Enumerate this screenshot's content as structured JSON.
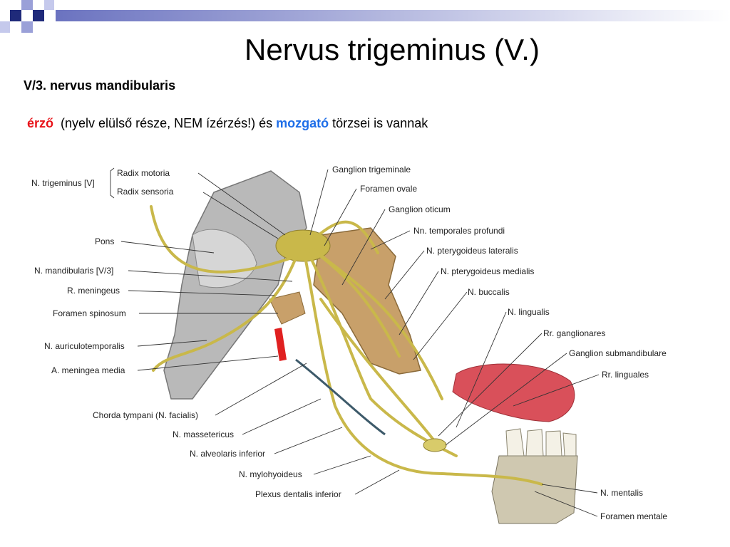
{
  "slide": {
    "title": "Nervus trigeminus (V.)",
    "subtitle": "V/3. nervus mandibularis",
    "description": {
      "sensory": "érző",
      "middle": "(nyelv elülső része, NEM ízérzés!) és",
      "motor": "mozgató",
      "end": "törzsei is vannak"
    }
  },
  "colors": {
    "deco_dark": "#1f2a7a",
    "deco_light": "#9aa0d8",
    "sensory": "#e8141a",
    "motor": "#1e6ee8",
    "nerve": "#c9b84a",
    "bone": "#c8a06a",
    "tongue": "#d9505a",
    "artery": "#e02020"
  },
  "figure": {
    "group_label": "N. trigeminus [V]",
    "left_labels": [
      "Radix motoria",
      "Radix sensoria",
      "Pons",
      "N. mandibularis [V/3]",
      "R. meningeus",
      "Foramen spinosum",
      "N. auriculotemporalis",
      "A. meningea media",
      "Chorda tympani (N. facialis)",
      "N. massetericus",
      "N. alveolaris inferior",
      "N. mylohyoideus",
      "Plexus dentalis inferior"
    ],
    "right_labels": [
      "Ganglion trigeminale",
      "Foramen ovale",
      "Ganglion oticum",
      "Nn. temporales profundi",
      "N. pterygoideus lateralis",
      "N. pterygoideus medialis",
      "N. buccalis",
      "N. lingualis",
      "Rr. ganglionares",
      "Ganglion submandibulare",
      "Rr. linguales",
      "N. mentalis",
      "Foramen mentale"
    ]
  }
}
